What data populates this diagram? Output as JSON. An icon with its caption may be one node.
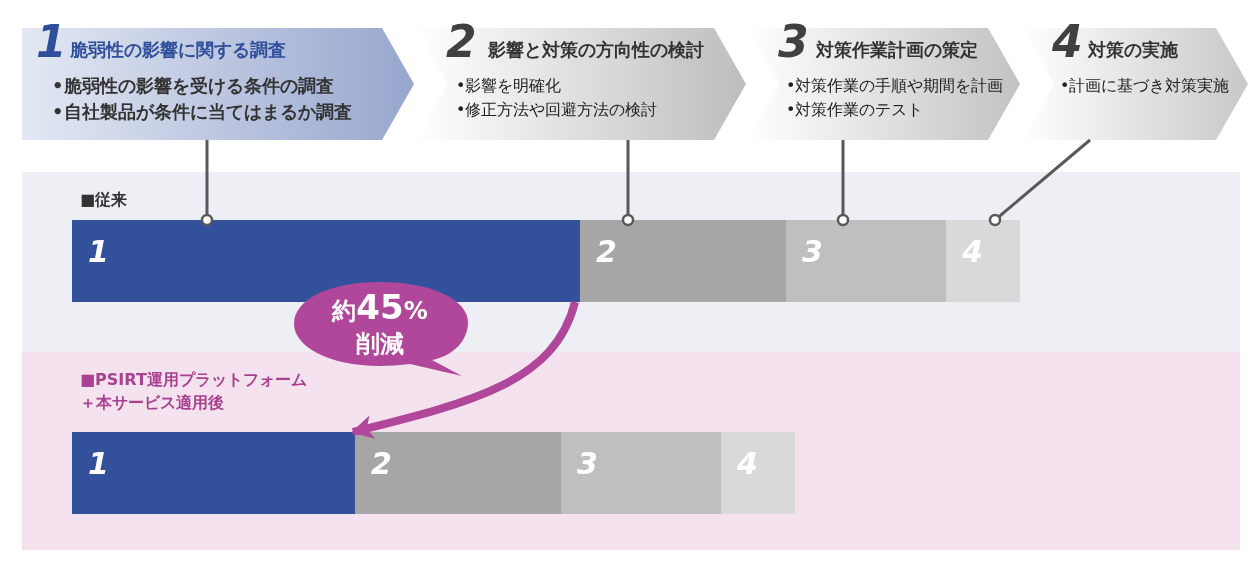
{
  "diagram": {
    "nodes": [
      {
        "text": [
          "1",
          "脆弱性の影響に関する調査",
          "•脆弱性の影響を受ける条件の調査",
          "•自社製品が条件に当てはまるか調査"
        ]
      },
      {
        "text": [
          "2",
          "影響と対策の方向性の検討",
          "•影響を明確化",
          "•修正方法や回避方法の検討"
        ]
      },
      {
        "text": [
          "3",
          "対策作業計画の策定",
          "•対策作業の手順や期間を計画",
          "•対策作業のテスト"
        ]
      },
      {
        "text": [
          "4",
          "対策の実施",
          "•計画に基づき対策実施"
        ]
      },
      {
        "text": [
          "■従来"
        ]
      },
      {
        "text": [
          "1"
        ],
        "in": 4
      },
      {
        "text": [
          "2"
        ],
        "in": 4
      },
      {
        "text": [
          "3"
        ],
        "in": 4
      },
      {
        "text": [
          "4"
        ],
        "in": 4
      },
      {
        "text": [
          "■PSIRT運用プラットフォーム＋本サービス適用後"
        ]
      },
      {
        "text": [
          "1"
        ],
        "in": 9
      },
      {
        "text": [
          "2"
        ],
        "in": 9
      },
      {
        "text": [
          "3"
        ],
        "in": 9
      },
      {
        "text": [
          "4"
        ],
        "in": 9
      },
      {
        "text": [
          "約**45**%削減"
        ]
      }
    ],
    "edges": [
      {
        "from": 0,
        "to": 5,
        "arrow": "other"
      },
      {
        "from": 1,
        "to": 6,
        "arrow": "other"
      },
      {
        "from": 2,
        "to": 7,
        "arrow": "other"
      },
      {
        "from": 3,
        "to": 8,
        "arrow": "other"
      },
      {
        "from": 5,
        "to": 10,
        "arrow": "to",
        "style": "thick",
        "color": "#b0479a"
      }
    ]
  }
}
